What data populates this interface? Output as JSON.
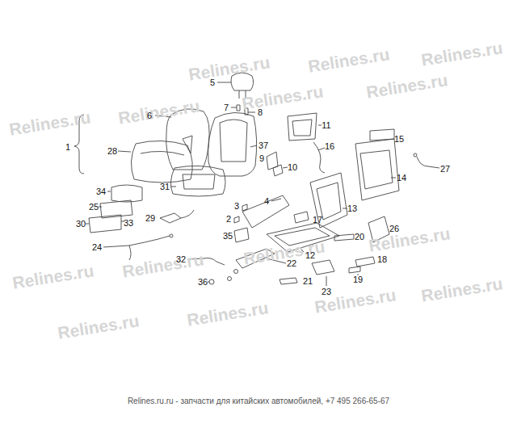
{
  "diagram": {
    "labels": [
      "1",
      "2",
      "3",
      "4",
      "5",
      "6",
      "7",
      "8",
      "9",
      "10",
      "11",
      "12",
      "13",
      "14",
      "15",
      "16",
      "17",
      "18",
      "19",
      "20",
      "21",
      "22",
      "23",
      "24",
      "25",
      "26",
      "27",
      "28",
      "29",
      "30",
      "31",
      "32",
      "33",
      "34",
      "35",
      "36",
      "37",
      "Relines.ru",
      "Relines.ru",
      "Relines.ru",
      "Relines.ru",
      "Relines.ru",
      "Relines.ru",
      "Relines.ru",
      "Relines.ru",
      "Relines.ru",
      "Relines.ru",
      "Relines.ru",
      "Relines.ru",
      "Relines.ru",
      "Relines.ru",
      "Relines.ru",
      "Relines.ru.ru - запчасти для китайских автомобилей, +7 495 266-65-67"
    ]
  }
}
